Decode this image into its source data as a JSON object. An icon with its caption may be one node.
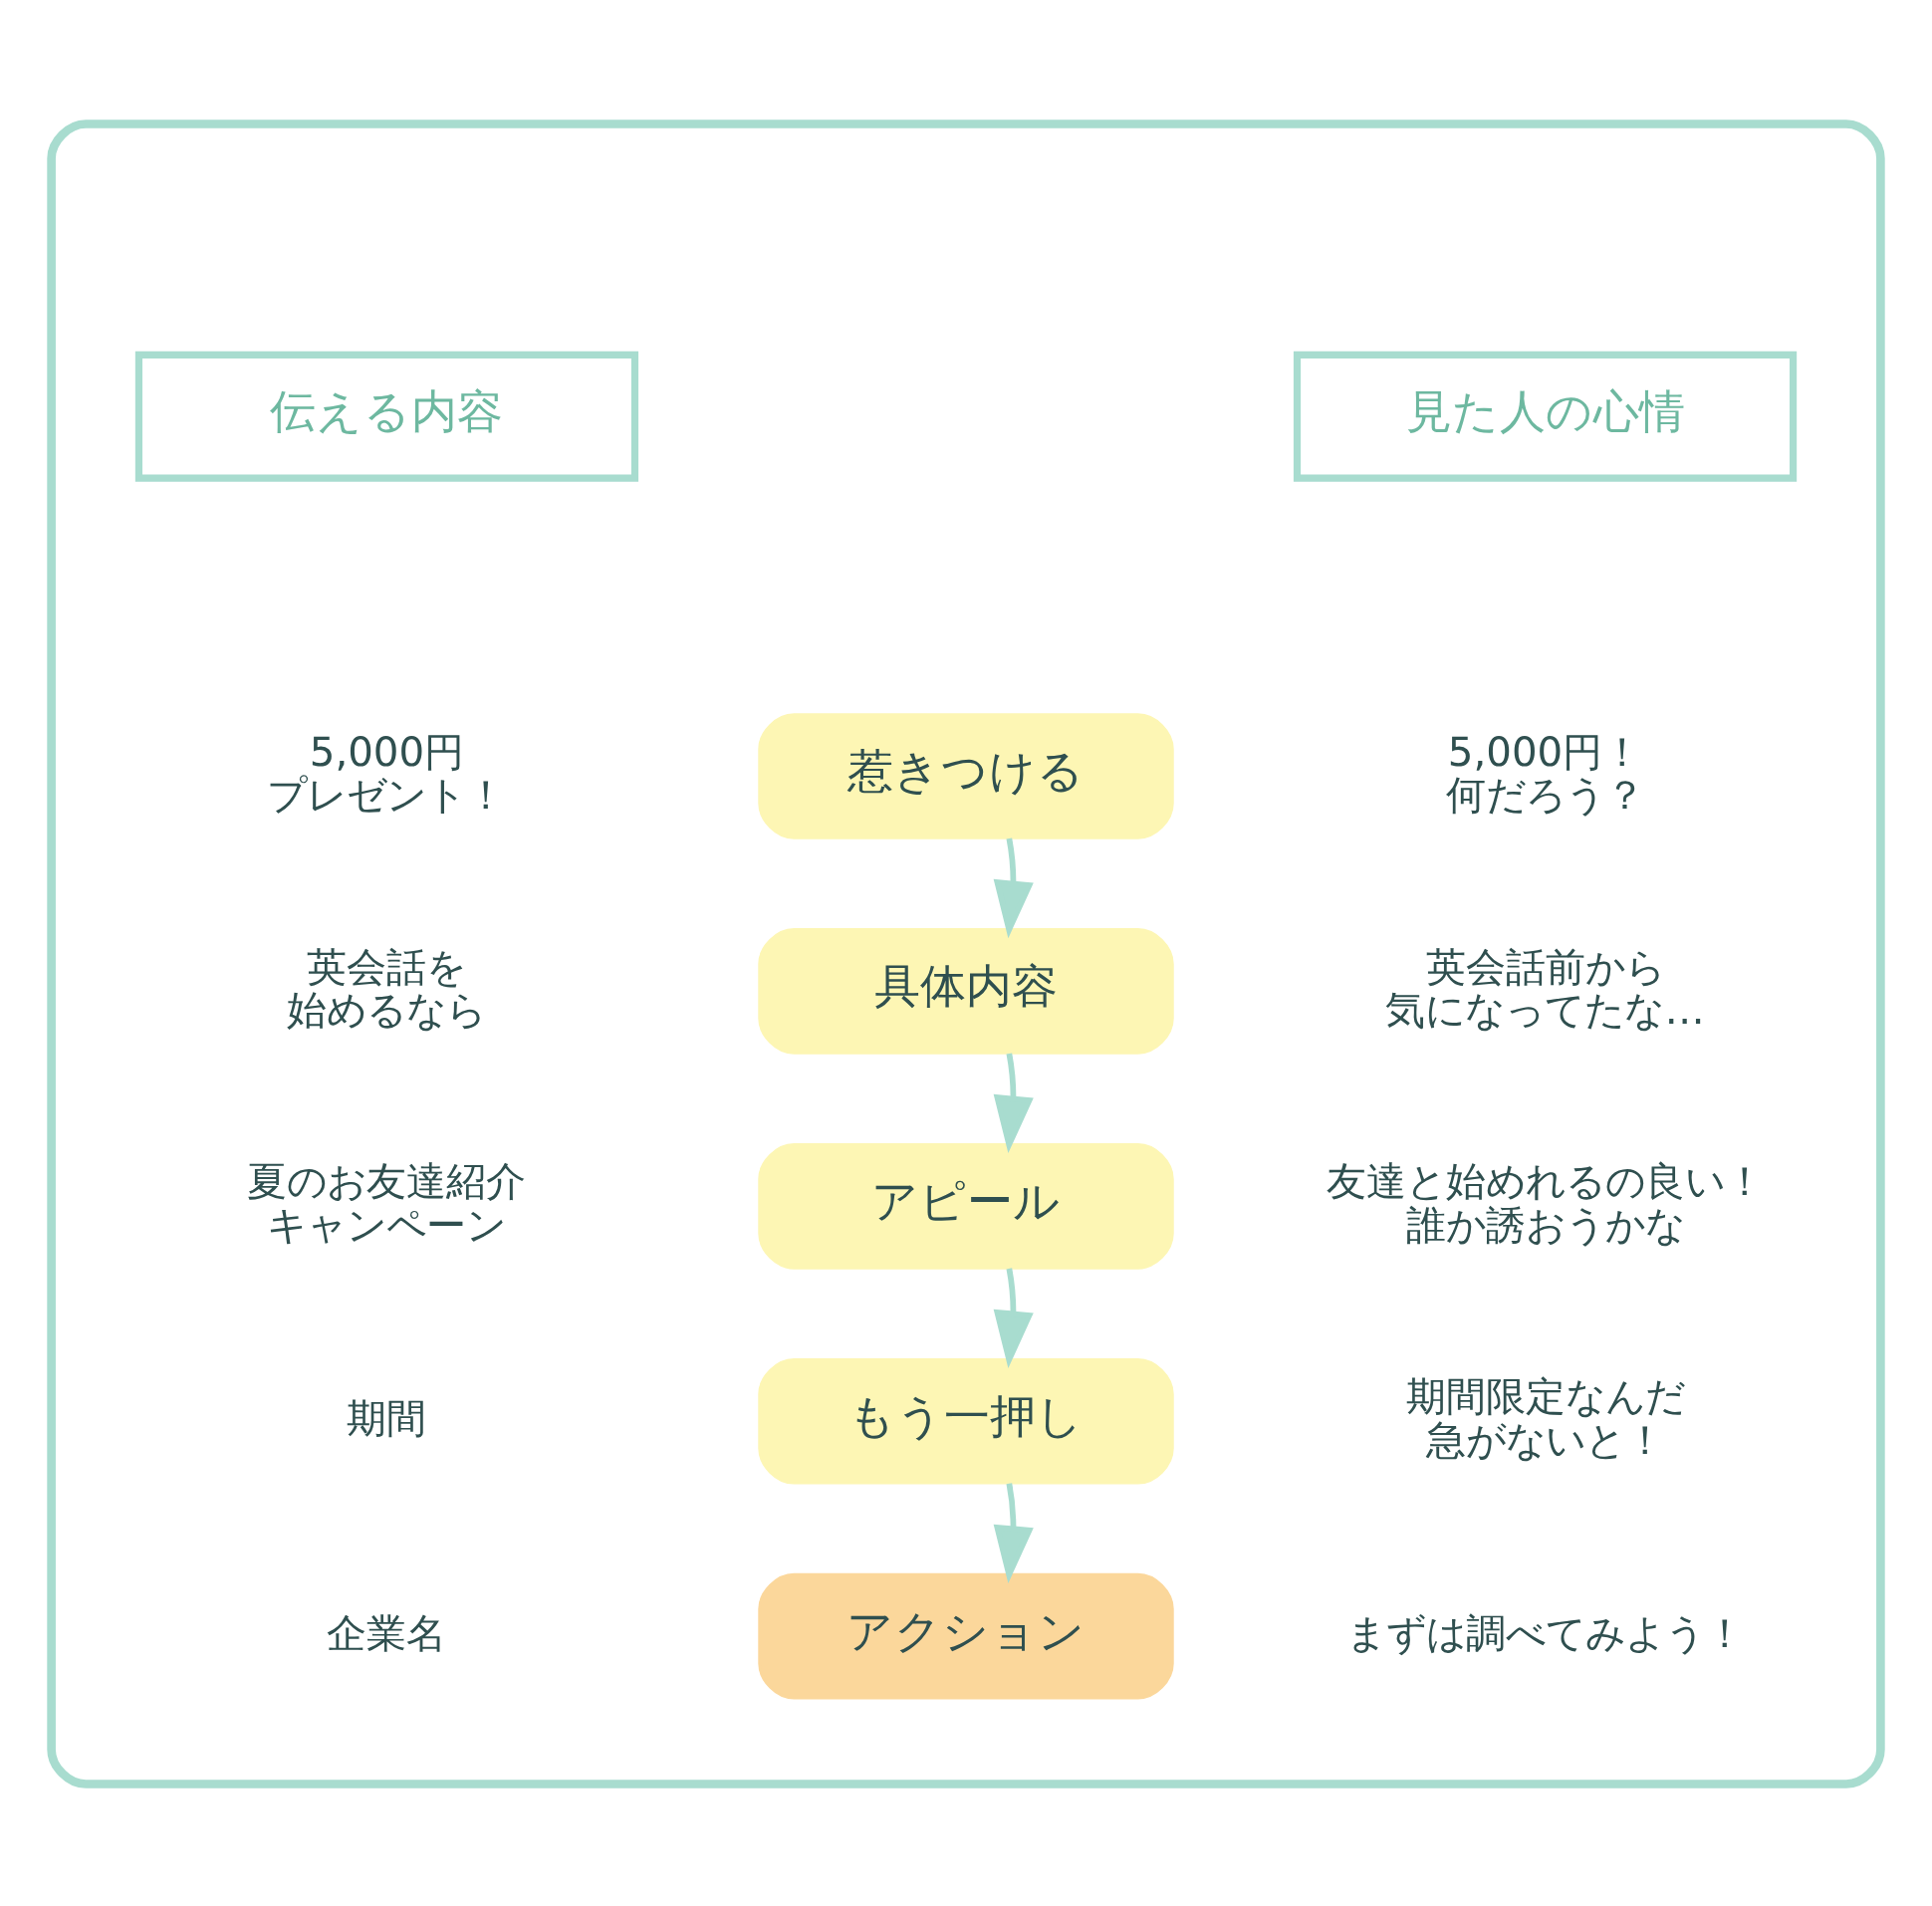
{
  "diagram": {
    "nodes": [
      {
        "text": [],
        "shape": "box"
      },
      {
        "text": [
          "伝える内容"
        ],
        "in": 0
      },
      {
        "text": [
          "見た人の心情"
        ],
        "in": 0
      },
      {
        "text": [
          "惹きつける"
        ],
        "in": 0
      },
      {
        "text": [
          "具体内容"
        ],
        "in": 0
      },
      {
        "text": [
          "アピール"
        ],
        "in": 0
      },
      {
        "text": [
          "もう一押し"
        ],
        "in": 0
      },
      {
        "text": [
          "アクション"
        ],
        "in": 0
      }
    ],
    "edges": [
      {
        "from": 3,
        "to": 4,
        "arrow": "to"
      },
      {
        "from": 4,
        "to": 5,
        "arrow": "to"
      },
      {
        "from": 5,
        "to": 6,
        "arrow": "to"
      },
      {
        "from": 6,
        "to": 7,
        "arrow": "to"
      }
    ],
    "labels": [
      "5,000円プレゼント！",
      "5,000円！何だろう？",
      "英会話を始めるなら",
      "英会話前から気になってたな…",
      "夏のお友達紹介キャンペーン",
      "友達と始めれるの良い！誰か誘おうかな",
      "期間",
      "期間限定なんだ急がないと！",
      "企業名",
      "まずは調べてみよう！"
    ]
  }
}
